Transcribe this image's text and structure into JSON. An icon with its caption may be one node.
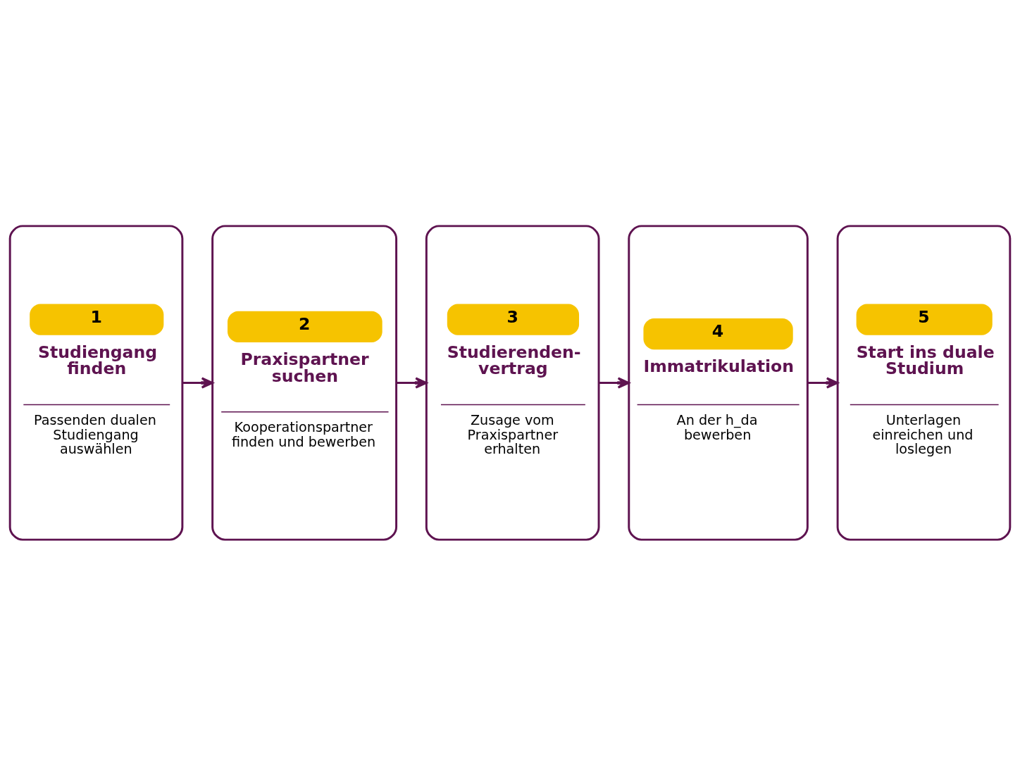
{
  "diagram": {
    "nodes": [
      {
        "text": [
          "1",
          "Studiengang finden",
          "Passenden dualen Studiengang auswählen"
        ]
      },
      {
        "text": [
          "2",
          "Praxispartner suchen",
          "Kooperationspartner finden und bewerben"
        ]
      },
      {
        "text": [
          "3",
          "Studierenden- vertrag",
          "Zusage vom Praxispartner erhalten"
        ]
      },
      {
        "text": [
          "4",
          "Immatrikulation",
          "An der h_da bewerben"
        ]
      },
      {
        "text": [
          "5",
          "Start ins duale Studium",
          "Unterlagen einreichen und loslegen"
        ]
      }
    ],
    "edges": [
      {
        "from": 0,
        "to": 1,
        "arrow": "to"
      },
      {
        "from": 1,
        "to": 2,
        "arrow": "to"
      },
      {
        "from": 2,
        "to": 3,
        "arrow": "to"
      },
      {
        "from": 3,
        "to": 4,
        "arrow": "to"
      }
    ]
  }
}
